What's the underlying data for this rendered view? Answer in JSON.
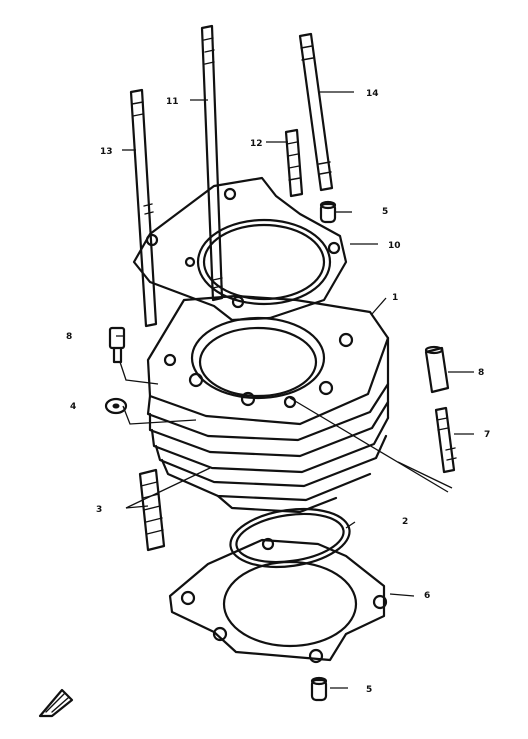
{
  "callouts": [
    {
      "id": "c1",
      "label": "1"
    },
    {
      "id": "c2",
      "label": "2"
    },
    {
      "id": "c3",
      "label": "3"
    },
    {
      "id": "c4",
      "label": "4"
    },
    {
      "id": "c5a",
      "label": "5"
    },
    {
      "id": "c5b",
      "label": "5"
    },
    {
      "id": "c6",
      "label": "6"
    },
    {
      "id": "c7",
      "label": "7"
    },
    {
      "id": "c8a",
      "label": "8"
    },
    {
      "id": "c8b",
      "label": "8"
    },
    {
      "id": "c10",
      "label": "10"
    },
    {
      "id": "c11",
      "label": "11"
    },
    {
      "id": "c12",
      "label": "12"
    },
    {
      "id": "c13",
      "label": "13"
    },
    {
      "id": "c14",
      "label": "14"
    }
  ]
}
